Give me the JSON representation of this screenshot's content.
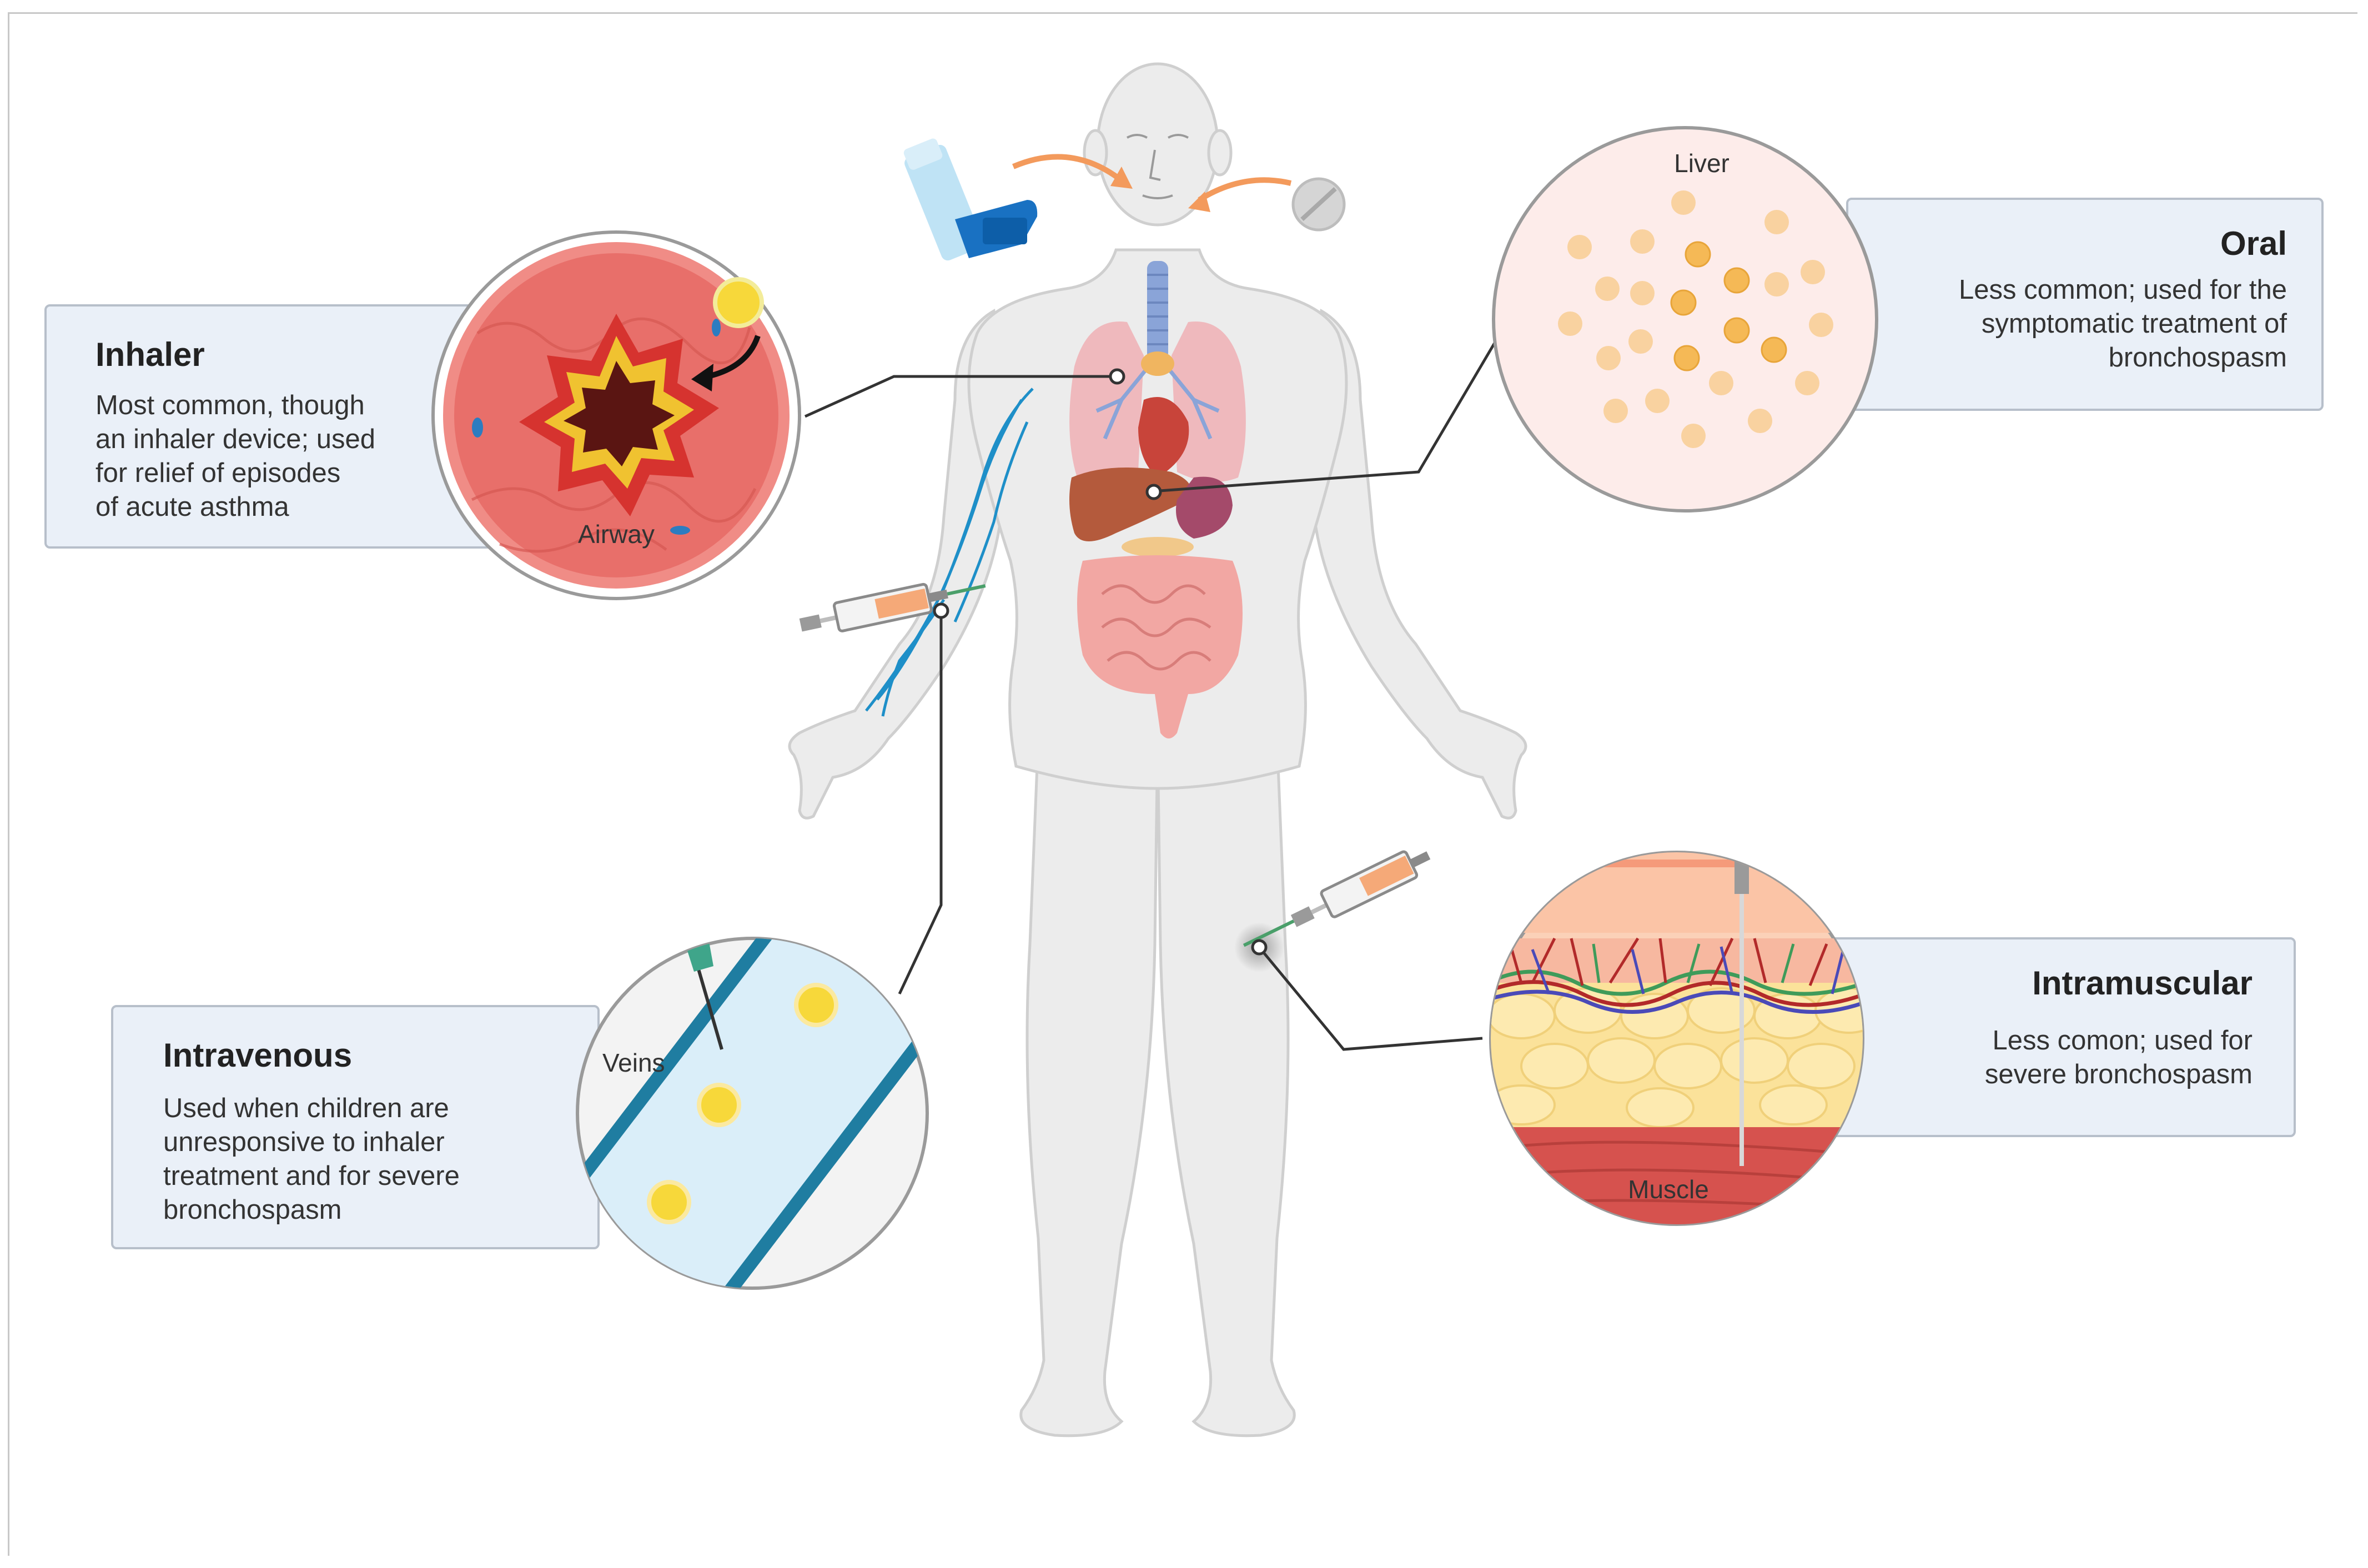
{
  "routes": {
    "inhaler": {
      "title": "Inhaler",
      "desc": [
        "Most common, though",
        "an inhaler device; used",
        "for relief of episodes",
        "of acute asthma"
      ],
      "circle_label": "Airway"
    },
    "oral": {
      "title": "Oral",
      "desc": [
        "Less common; used for the",
        "symptomatic treatment of",
        "bronchospasm"
      ],
      "circle_label": "Liver"
    },
    "intravenous": {
      "title": "Intravenous",
      "desc": [
        "Used when children are",
        "unresponsive to inhaler",
        "treatment and for severe",
        "bronchospasm"
      ],
      "circle_label": "Veins"
    },
    "intramuscular": {
      "title": "Intramuscular",
      "desc": [
        "Less comon; used for",
        "severe bronchospasm"
      ],
      "circle_label": "Muscle"
    }
  },
  "colors": {
    "box_fill": "#eaf0f8",
    "box_border": "#b7bfca",
    "body": "#ececec",
    "airway_red": "#d9413f",
    "yellow": "#f3c52c",
    "vein_blue": "#1e8fc8",
    "arrow_orange": "#f39a5c"
  },
  "icons": [
    "inhaler-icon",
    "pill-icon",
    "syringe-icon",
    "needle-icon"
  ]
}
